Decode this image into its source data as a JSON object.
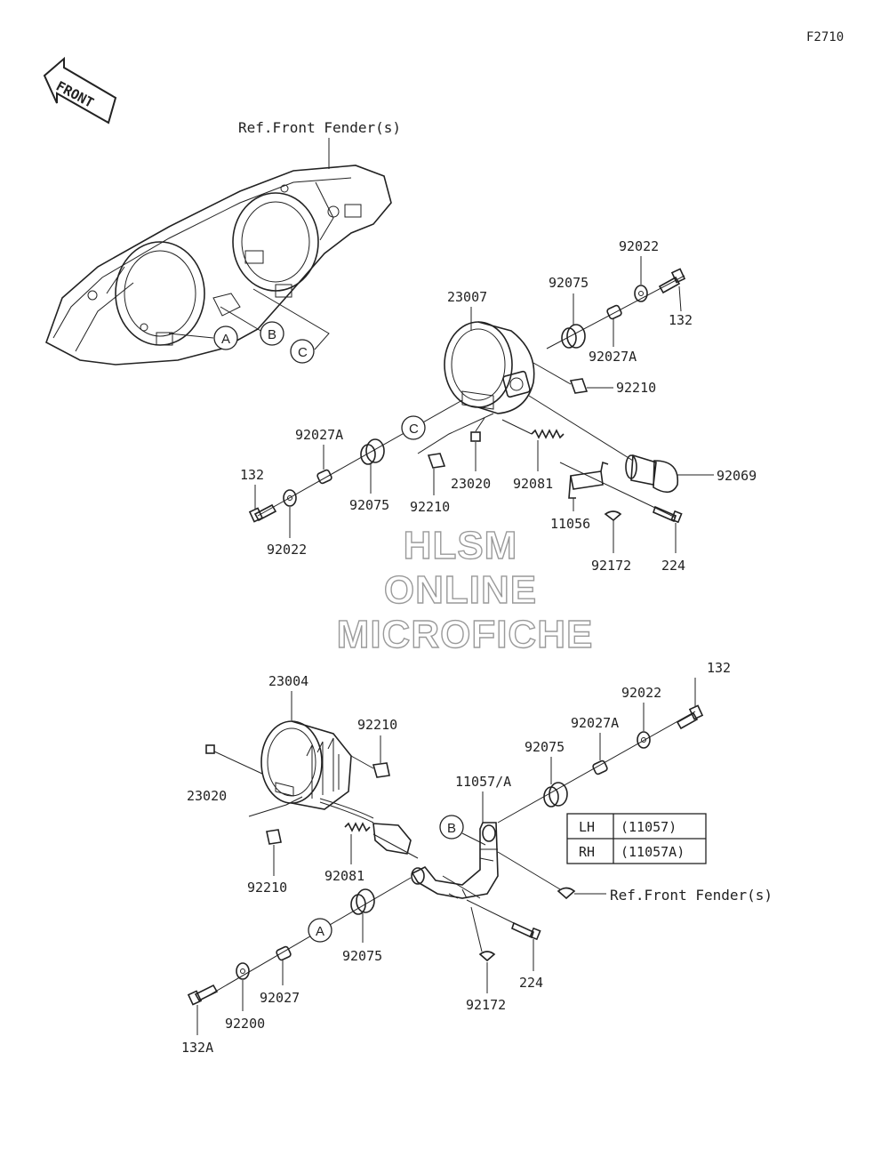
{
  "figure_id": "F2710",
  "front_arrow_text": "FRONT",
  "ref_front_fender_top": "Ref.Front Fender(s)",
  "ref_front_fender_bottom": "Ref.Front Fender(s)",
  "watermark": [
    "HLSM",
    "ONLINE",
    "MICROFICHE"
  ],
  "callouts": {
    "a": "A",
    "b": "B",
    "c": "C"
  },
  "parts_upper": {
    "headlight": "23007",
    "grommet_r": "92075",
    "collar_r": "92027A",
    "washer_r": "92022",
    "bolt_r": "132",
    "clip_r": "92210",
    "bulb": "92069",
    "grommet_l": "92075",
    "collar_l": "92027A",
    "washer_l": "92022",
    "bolt_l": "132",
    "clip_l": "92210",
    "nut": "23020",
    "spring": "92081",
    "bracket": "11056",
    "rivet": "92172",
    "screw": "224"
  },
  "parts_lower": {
    "led_light": "23004",
    "clip_top": "92210",
    "nut": "23020",
    "clip_bottom": "92210",
    "spring": "92081",
    "bolt_top": "132",
    "washer_top": "92022",
    "collar_top": "92027A",
    "grommet_top": "92075",
    "bracket": "11057/A",
    "grommet_bottom": "92075",
    "collar_bottom": "92027",
    "washer_bottom": "92200",
    "bolt_bottom": "132A",
    "rivet": "92172",
    "screw": "224"
  },
  "side_table": [
    {
      "side": "LH",
      "part": "(11057)"
    },
    {
      "side": "RH",
      "part": "(11057A)"
    }
  ]
}
